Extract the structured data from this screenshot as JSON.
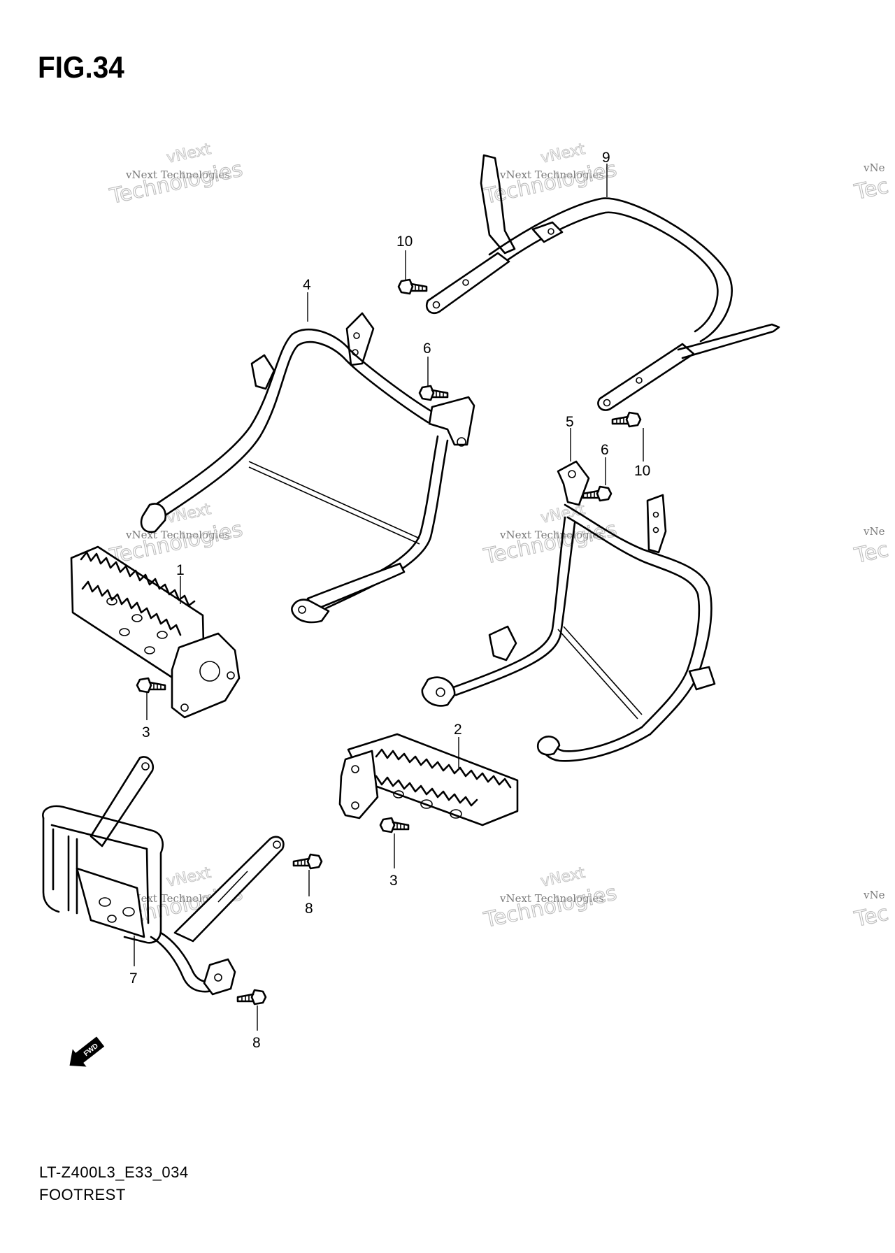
{
  "figure": {
    "title": "FIG.34",
    "diagram_code": "LT-Z400L3_E33_034",
    "diagram_name": "FOOTREST"
  },
  "callouts": {
    "p1": "1",
    "p2": "2",
    "p3a": "3",
    "p3b": "3",
    "p4": "4",
    "p5": "5",
    "p6a": "6",
    "p6b": "6",
    "p7": "7",
    "p8a": "8",
    "p8b": "8",
    "p9": "9",
    "p10a": "10",
    "p10b": "10"
  },
  "fwd_label": "FWD",
  "watermark": {
    "company": "vNext Technologies",
    "word_top": "vNext",
    "word_bottom": "Technologies",
    "partial": "vNe",
    "partial_big": "Tec"
  }
}
